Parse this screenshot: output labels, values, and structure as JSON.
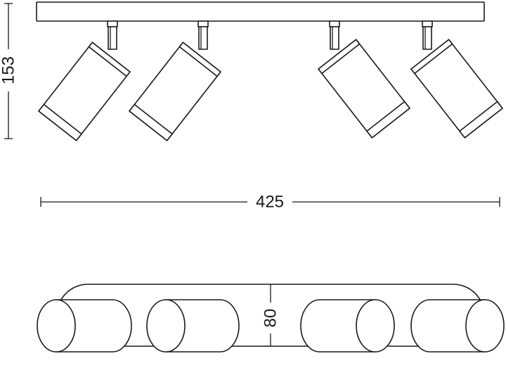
{
  "dimensions": {
    "height": "153",
    "length": "425",
    "depth": "80"
  },
  "colors": {
    "line": "#1a1a1a",
    "background": "#ffffff"
  }
}
